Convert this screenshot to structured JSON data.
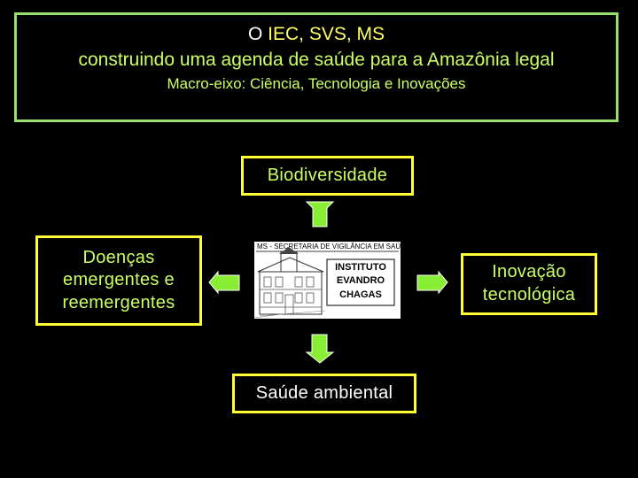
{
  "title": {
    "line1_prefix": "O ",
    "line1_highlight": "IEC, SVS, MS",
    "line2": "construindo uma agenda de saúde para a Amazônia legal",
    "line3": "Macro-eixo: Ciência, Tecnologia e Inovações"
  },
  "nodes": {
    "top": "Biodiversidade",
    "left": [
      "Doenças",
      "emergentes e",
      "reemergentes"
    ],
    "right": [
      "Inovação",
      "tecnológica"
    ],
    "bottom": "Saúde ambiental"
  },
  "logo": {
    "header": "MS - SECRETARIA DE VIGILÂNCIA EM SAÚDE",
    "name": [
      "INSTITUTO",
      "EVANDRO",
      "CHAGAS"
    ]
  },
  "colors": {
    "background": "#000000",
    "title_border": "#99e06a",
    "node_border": "#ffff33",
    "text_green": "#ccff66",
    "arrow_fill": "#88ee33"
  }
}
